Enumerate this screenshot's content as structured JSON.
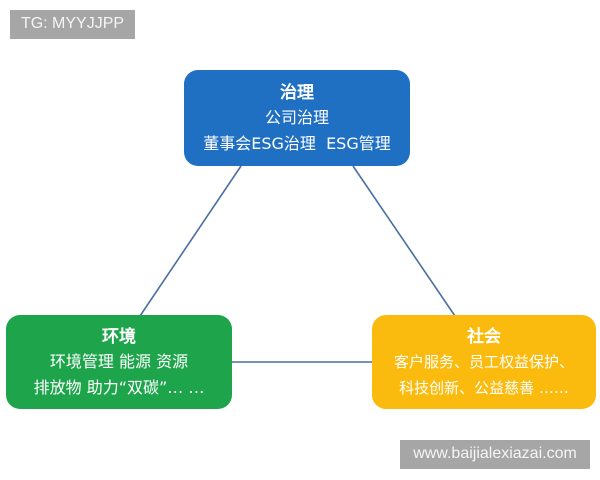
{
  "watermarks": {
    "top_left": "TG: MYYJJPP",
    "bottom_right": "www.baijialexiazai.com"
  },
  "colors": {
    "governance": "#1f6fc2",
    "environment": "#1ea54b",
    "social": "#fbbb0e",
    "connector": "#4a6fa0",
    "watermark_bg": "#a6a6a6"
  },
  "diagram": {
    "type": "triangle-relationship",
    "nodes": [
      {
        "id": "governance",
        "title": "治理",
        "lines": [
          "公司治理",
          "董事会ESG治理  ESG管理"
        ]
      },
      {
        "id": "environment",
        "title": "环境",
        "lines": [
          "环境管理 能源 资源",
          "排放物 助力“双碳”… …"
        ]
      },
      {
        "id": "social",
        "title": "社会",
        "lines": [
          "客户服务、员工权益保护、",
          "科技创新、公益慈善 ……"
        ]
      }
    ],
    "edges": [
      {
        "from": "governance",
        "to": "environment"
      },
      {
        "from": "governance",
        "to": "social"
      },
      {
        "from": "environment",
        "to": "social"
      }
    ]
  }
}
